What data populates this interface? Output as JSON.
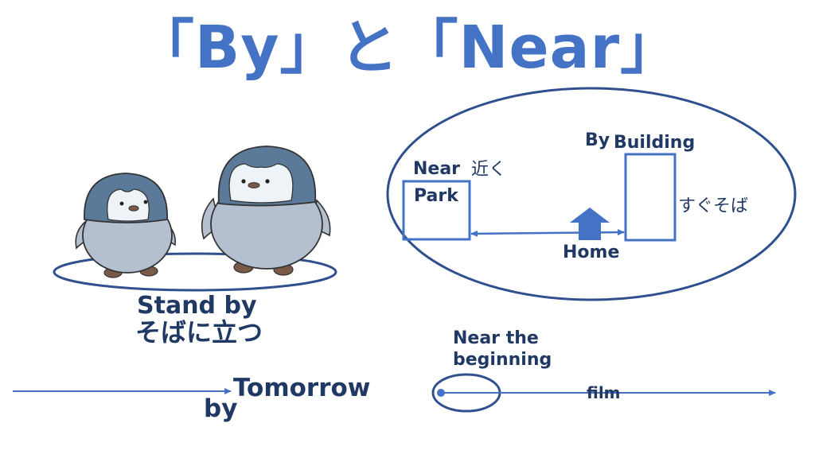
{
  "title": {
    "text": "「By」と「Near」",
    "color": "#4472c4"
  },
  "colors": {
    "accent": "#4472c4",
    "dark_outline": "#2f4f8f",
    "label_text": "#203864",
    "penguin_head": "#5b7a99",
    "penguin_body": "#b4bfd0",
    "penguin_face": "#eef3f7",
    "penguin_feet": "#7a5a47"
  },
  "left_panel": {
    "illustration": "two-baby-penguins",
    "caption_en": "Stand by",
    "caption_jp": "そばに立つ"
  },
  "map_panel": {
    "near_label": "Near",
    "near_jp": "近く",
    "park_label": "Park",
    "by_label": "By",
    "building_label": "Building",
    "by_jp": "すぐそば",
    "home_label": "Home"
  },
  "timeline_by": {
    "by_label": "by",
    "tomorrow_label": "Tomorrow"
  },
  "timeline_near": {
    "label_line1": "Near the",
    "label_line2": "beginning",
    "film_label": "film"
  }
}
